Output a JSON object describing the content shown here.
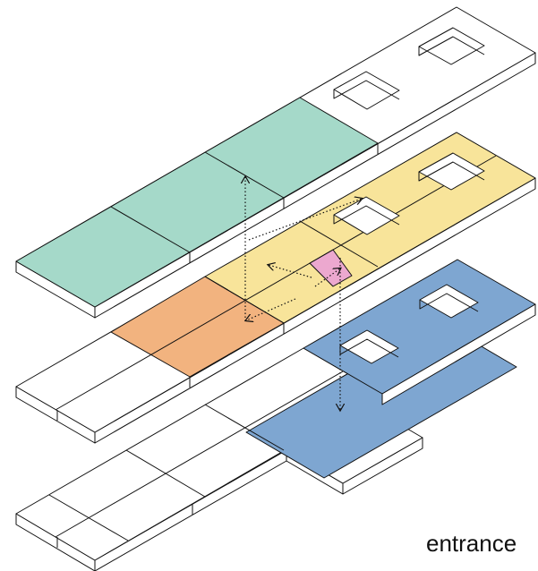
{
  "labels": {
    "entrance": "entrance"
  },
  "colors": {
    "green": "#a5d9c9",
    "yellow": "#f8e49a",
    "orange": "#f2b37f",
    "pink": "#eca8cf",
    "blue": "#7ea6d1",
    "white": "#ffffff",
    "stroke": "#111111"
  },
  "layers": [
    {
      "id": "top",
      "zones": [
        "green"
      ]
    },
    {
      "id": "middle",
      "zones": [
        "yellow",
        "orange",
        "pink"
      ]
    },
    {
      "id": "bottom",
      "zones": [
        "blue"
      ]
    }
  ]
}
